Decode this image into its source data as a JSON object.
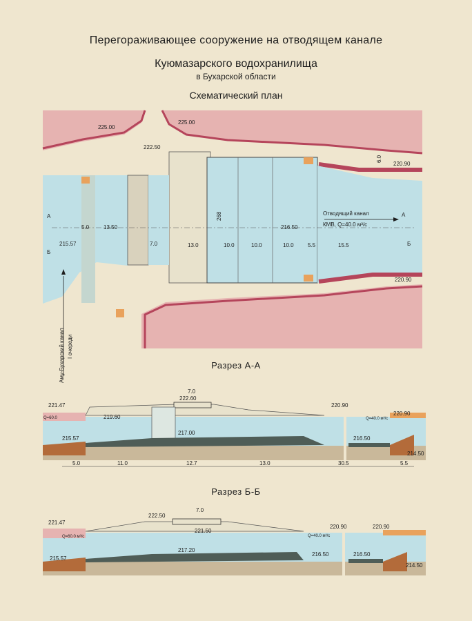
{
  "titles": {
    "line1": "Перегораживающее сооружение на отводящем канале",
    "line2": "Куюмазарского водохранилища",
    "line3": "в Бухарской области",
    "plan": "Схематический план"
  },
  "sections": {
    "aa": "Разрез А-А",
    "bb": "Разрез Б-Б"
  },
  "plan": {
    "elev_225_left": "225.00",
    "elev_225_right": "225.00",
    "elev_222_50": "222.50",
    "elev_220_90_top": "220.90",
    "elev_220_90_bottom": "220.90",
    "elev_215_57": "215.57",
    "elev_216_50": "216.50",
    "dim_60": "6.0",
    "dim_268": "268",
    "dim_5_0": "5.0",
    "dim_13_50": "13.50",
    "dim_7_0": "7.0",
    "dim_13_0": "13.0",
    "dim_10_0_a": "10.0",
    "dim_10_0_b": "10.0",
    "dim_10_0_c": "10.0",
    "dim_5_5": "5.5",
    "dim_15_5": "15.5",
    "marker_a_left": "А",
    "marker_b_left": "Б",
    "marker_a_right": "А",
    "marker_b_right": "Б",
    "outlet_line1": "Отводящий  канал",
    "outlet_line2": "КМВ, Q=40.0 м³/с",
    "inlet_canal": "Аму-Бухарский канал",
    "inlet_canal_2": "I очереди"
  },
  "section_aa": {
    "elev_221_47": "221.47",
    "elev_222_60": "222.60",
    "elev_219_60": "219.60",
    "elev_217_00": "217.00",
    "elev_215_57": "215.57",
    "elev_220_90_a": "220.90",
    "elev_220_90_b": "220.90",
    "elev_216_50": "216.50",
    "elev_214_50": "214.50",
    "q_left": "Q=60.0",
    "q_right": "Q=40.0 м³/с",
    "dim_top_7_0": "7.0",
    "dims": [
      "5.0",
      "11.0",
      "12.7",
      "13.0",
      "30.5",
      "5.5"
    ]
  },
  "section_bb": {
    "elev_221_47": "221.47",
    "elev_222_50": "222.50",
    "elev_221_50": "221.50",
    "elev_217_20": "217.20",
    "elev_215_57": "215.57",
    "elev_220_90_a": "220.90",
    "elev_220_90_b": "220.90",
    "elev_216_50_a": "216.50",
    "elev_216_50_b": "216.50",
    "elev_214_50": "214.50",
    "q_left": "Q=60.0 м³/с",
    "q_right": "Q=40.0 м³/с",
    "dim_top_7_0": "7.0"
  },
  "colors": {
    "paper": "#efe6cf",
    "water": "#bfe0e6",
    "levee": "#e6b3b1",
    "levee_line": "#b5455b",
    "soil": "#c9b89a",
    "concrete": "#4f5d57",
    "orange": "#e9a25c"
  }
}
